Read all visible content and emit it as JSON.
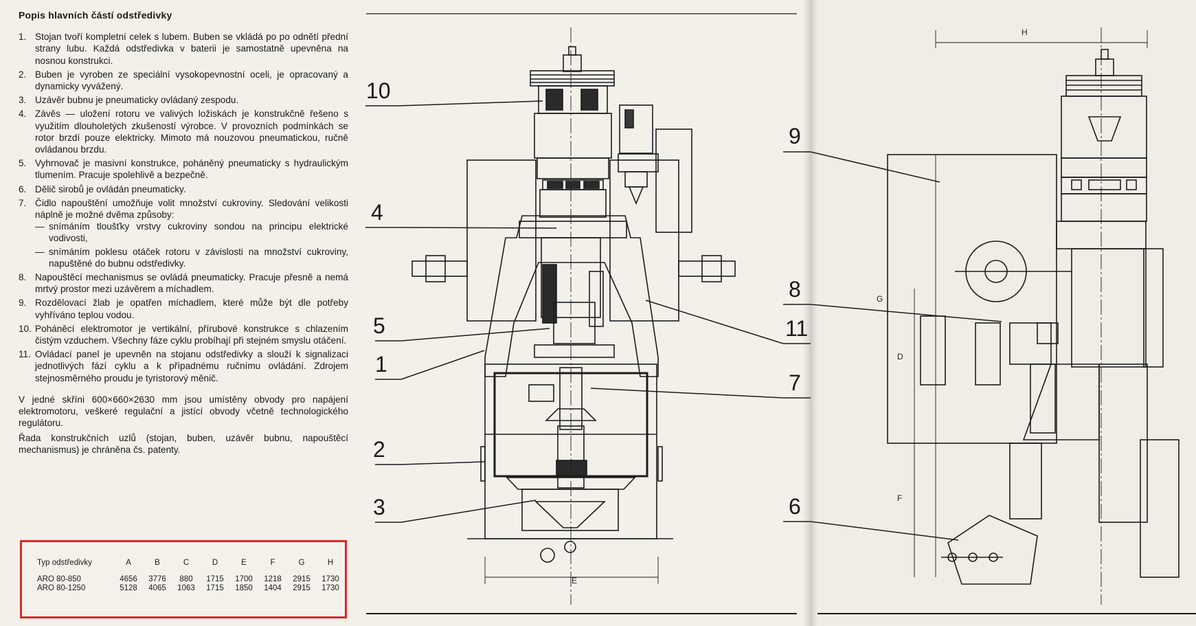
{
  "heading": "Popis hlavních částí odstředivky",
  "parts": [
    {
      "num": "1.",
      "text": "Stojan tvoří kompletní celek s lubem. Buben se vkládá po po odnětí přední strany lubu. Každá odstředivka v baterii je samostatně upevněna na nosnou konstrukci."
    },
    {
      "num": "2.",
      "text": "Buben je vyroben ze speciální vysokopevnostní oceli, je opracovaný a dynamicky vyvážený."
    },
    {
      "num": "3.",
      "text": "Uzávěr bubnu je pneumaticky ovládaný zespodu."
    },
    {
      "num": "4.",
      "text": "Závěs — uložení rotoru ve valivých ložiskách je konstrukčně řešeno s využitím dlouholetých zkušeností výrobce. V provozních podmínkách se rotor brzdí pouze elektricky. Mimoto má nouzovou pneumatickou, ručně ovládanou brzdu."
    },
    {
      "num": "5.",
      "text": "Vyhrnovač je masivní konstrukce, poháněný pneumaticky s hydraulickým tlumením. Pracuje spolehlivě a bezpečně."
    },
    {
      "num": "6.",
      "text": "Dělič sirobů je ovládán pneumaticky."
    },
    {
      "num": "7.",
      "text": "Čidlo napouštění umožňuje volit množství cukroviny. Sledování velikosti náplně je možné dvěma způsoby:"
    },
    {
      "num": "8.",
      "text": "Napouštěcí mechanismus se ovládá pneumaticky. Pracuje přesně a nemá mrtvý prostor mezi uzávěrem a míchadlem."
    },
    {
      "num": "9.",
      "text": "Rozdělovací žlab je opatřen míchadlem, které může být dle potřeby vyhříváno teplou vodou."
    },
    {
      "num": "10.",
      "text": "Poháněcí elektromotor je vertikální, přírubové konstrukce s chlazením čistým vzduchem. Všechny fáze cyklu probíhají při stejném smyslu otáčení."
    },
    {
      "num": "11.",
      "text": "Ovládací panel je upevněn na stojanu odstředivky a slouží k signalizaci jednotlivých fází cyklu a k případnému ručnímu ovládání. Zdrojem stejnosměrného proudu je tyristorový měnič."
    }
  ],
  "sub_items": [
    {
      "dash": "—",
      "text": "snímáním tloušťky vrstvy cukroviny sondou na principu elektrické vodivosti,"
    },
    {
      "dash": "—",
      "text": "snímáním poklesu otáček rotoru v závislosti na množství cukroviny, napuštěné do bubnu odstředivky."
    }
  ],
  "paragraphs": [
    "V jedné skříni 600×660×2630 mm jsou umístěny obvody pro napájení elektromotoru, veškeré regulační a jistící obvody včetně technologického regulátoru.",
    "Řada konstrukčních uzlů (stojan, buben, uzávěr bubnu, napouštěcí mechanismus) je chráněna čs. patenty."
  ],
  "spec_table": {
    "headers": [
      "Typ odstředivky",
      "A",
      "B",
      "C",
      "D",
      "E",
      "F",
      "G",
      "H"
    ],
    "rows": [
      [
        "ARO 80-850",
        "4656",
        "3776",
        "880",
        "1715",
        "1700",
        "1218",
        "2915",
        "1730"
      ],
      [
        "ARO 80-1250",
        "5128",
        "4065",
        "1063",
        "1715",
        "1850",
        "1404",
        "2915",
        "1730"
      ]
    ],
    "border_color": "#d9292b"
  },
  "callouts": {
    "c10": "10",
    "c4": "4",
    "c5": "5",
    "c1": "1",
    "c2": "2",
    "c3": "3",
    "c9": "9",
    "c8": "8",
    "c11": "11",
    "c7": "7",
    "c6": "6"
  },
  "dimensions": {
    "E": "E",
    "H": "H",
    "G": "G",
    "D": "D",
    "F": "F"
  }
}
